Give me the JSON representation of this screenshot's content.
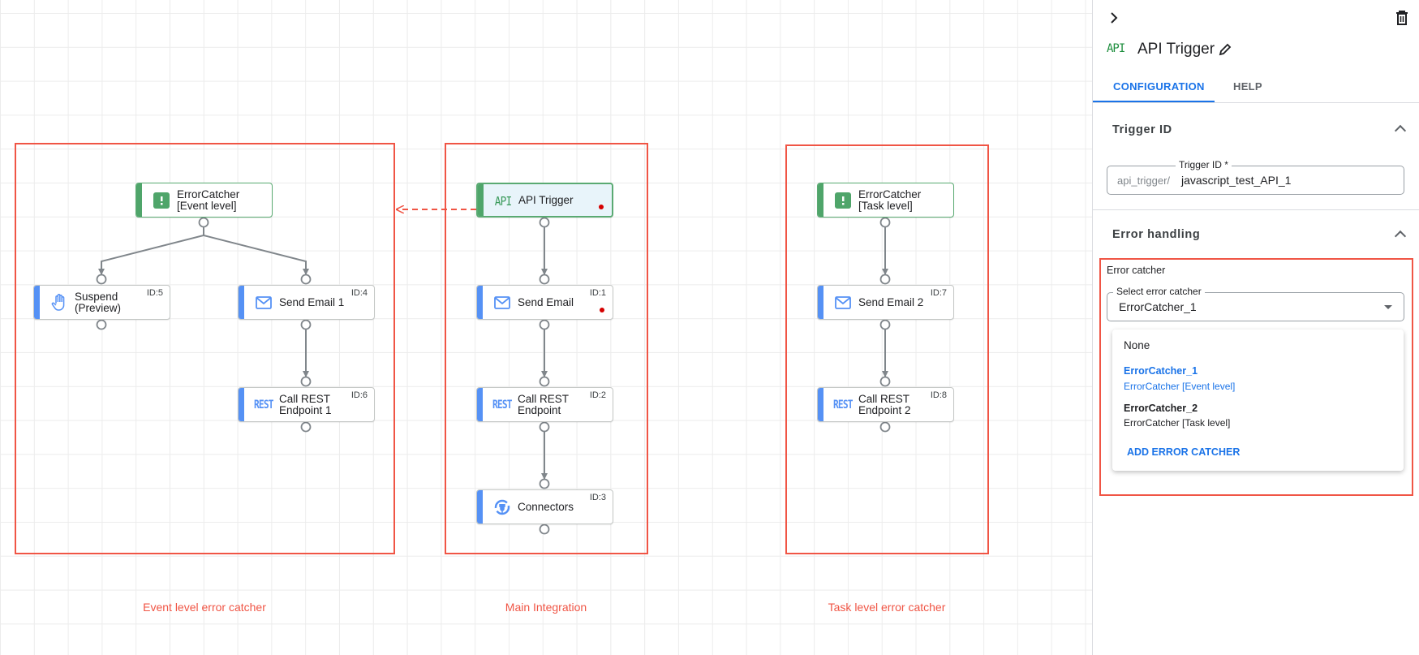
{
  "canvas": {
    "groups": [
      {
        "label": "Event level error catcher"
      },
      {
        "label": "Main Integration"
      },
      {
        "label": "Task level error catcher"
      }
    ],
    "nodes": {
      "ec_event": {
        "line1": "ErrorCatcher",
        "line2": "[Event level]",
        "icon": "error-exclamation-icon"
      },
      "suspend": {
        "line1": "Suspend",
        "line2": "(Preview)",
        "id": "ID:5",
        "icon": "hand-icon"
      },
      "send_email_1": {
        "line1": "Send Email 1",
        "id": "ID:4",
        "icon": "mail-icon"
      },
      "rest_1": {
        "line1": "Call REST",
        "line2": "Endpoint 1",
        "id": "ID:6",
        "icon_text": "REST"
      },
      "api_trigger": {
        "line1": "API Trigger",
        "icon_text": "API"
      },
      "send_email": {
        "line1": "Send Email",
        "id": "ID:1",
        "icon": "mail-icon"
      },
      "rest": {
        "line1": "Call REST",
        "line2": "Endpoint",
        "id": "ID:2",
        "icon_text": "REST"
      },
      "connectors": {
        "line1": "Connectors",
        "id": "ID:3",
        "icon": "connector-plug-icon"
      },
      "ec_task": {
        "line1": "ErrorCatcher",
        "line2": "[Task level]",
        "icon": "error-exclamation-icon"
      },
      "send_email_2": {
        "line1": "Send Email 2",
        "id": "ID:7",
        "icon": "mail-icon"
      },
      "rest_2": {
        "line1": "Call REST",
        "line2": "Endpoint 2",
        "id": "ID:8",
        "icon_text": "REST"
      }
    }
  },
  "sidebar": {
    "title": "API Trigger",
    "title_icon_text": "API",
    "tabs": [
      {
        "label": "CONFIGURATION",
        "active": true
      },
      {
        "label": "HELP",
        "active": false
      }
    ],
    "trigger_section": {
      "title": "Trigger ID",
      "field_label": "Trigger ID *",
      "prefix": "api_trigger/",
      "value": "javascript_test_API_1"
    },
    "error_section": {
      "title": "Error handling",
      "subtitle": "Error catcher",
      "select_label": "Select error catcher",
      "selected": "ErrorCatcher_1",
      "options": [
        {
          "name": "None"
        },
        {
          "name": "ErrorCatcher_1",
          "desc": "ErrorCatcher [Event level]",
          "selected": true
        },
        {
          "name": "ErrorCatcher_2",
          "desc": "ErrorCatcher [Task level]"
        }
      ],
      "add_label": "ADD ERROR CATCHER"
    }
  },
  "colors": {
    "accent": "#1a73e8",
    "annotation": "#f05545",
    "trigger_green": "#3a9a5b",
    "task_blue": "#5591f5"
  }
}
